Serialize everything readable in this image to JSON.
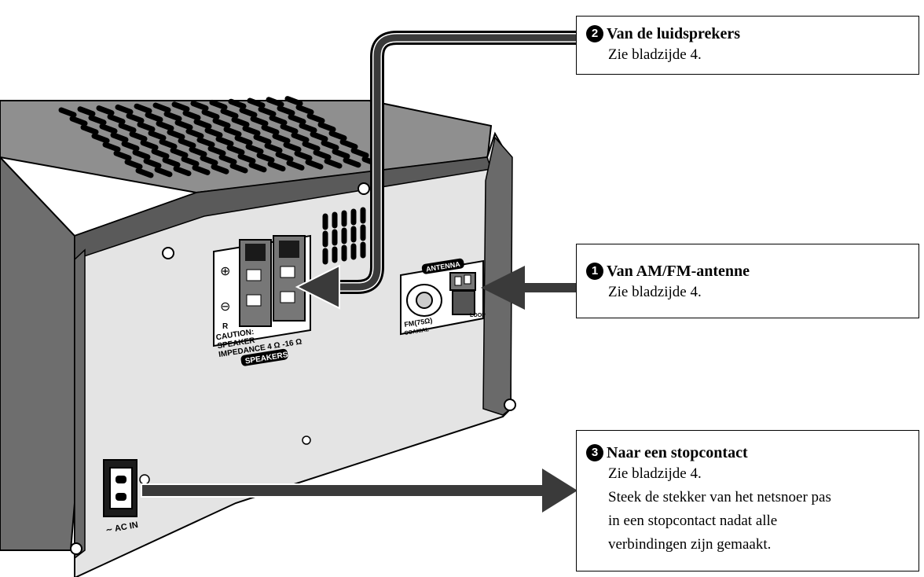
{
  "callouts": {
    "speakers": {
      "number": "2",
      "title": "Van de luidsprekers",
      "lines": [
        "Zie bladzijde 4."
      ]
    },
    "antenna": {
      "number": "1",
      "title": "Van AM/FM-antenne",
      "lines": [
        "Zie bladzijde 4."
      ]
    },
    "outlet": {
      "number": "3",
      "title": "Naar een stopcontact",
      "lines": [
        "Zie bladzijde 4.",
        "Steek de stekker van het netsnoer pas",
        "in een stopcontact nadat alle",
        "verbindingen zijn gemaakt."
      ]
    }
  },
  "panel": {
    "speakers_label": "SPEAKERS",
    "speaker_side": "R",
    "caution_lines": [
      "CAUTION:",
      "SPEAKER",
      "IMPEDANCE  4 Ω -16 Ω"
    ],
    "terminal_plus": "⊕",
    "terminal_minus": "⊖",
    "antenna_label": "ANTENNA",
    "fm_label": "FM(75Ω)",
    "coaxial_label": "COAXIAL",
    "loop_label": "LOOP",
    "ac_label": "∼ AC IN"
  },
  "colors": {
    "casing_top": "#8c8c8c",
    "panel": "#e3e3e3",
    "side": "#6a6a6a",
    "stroke": "#000000"
  }
}
